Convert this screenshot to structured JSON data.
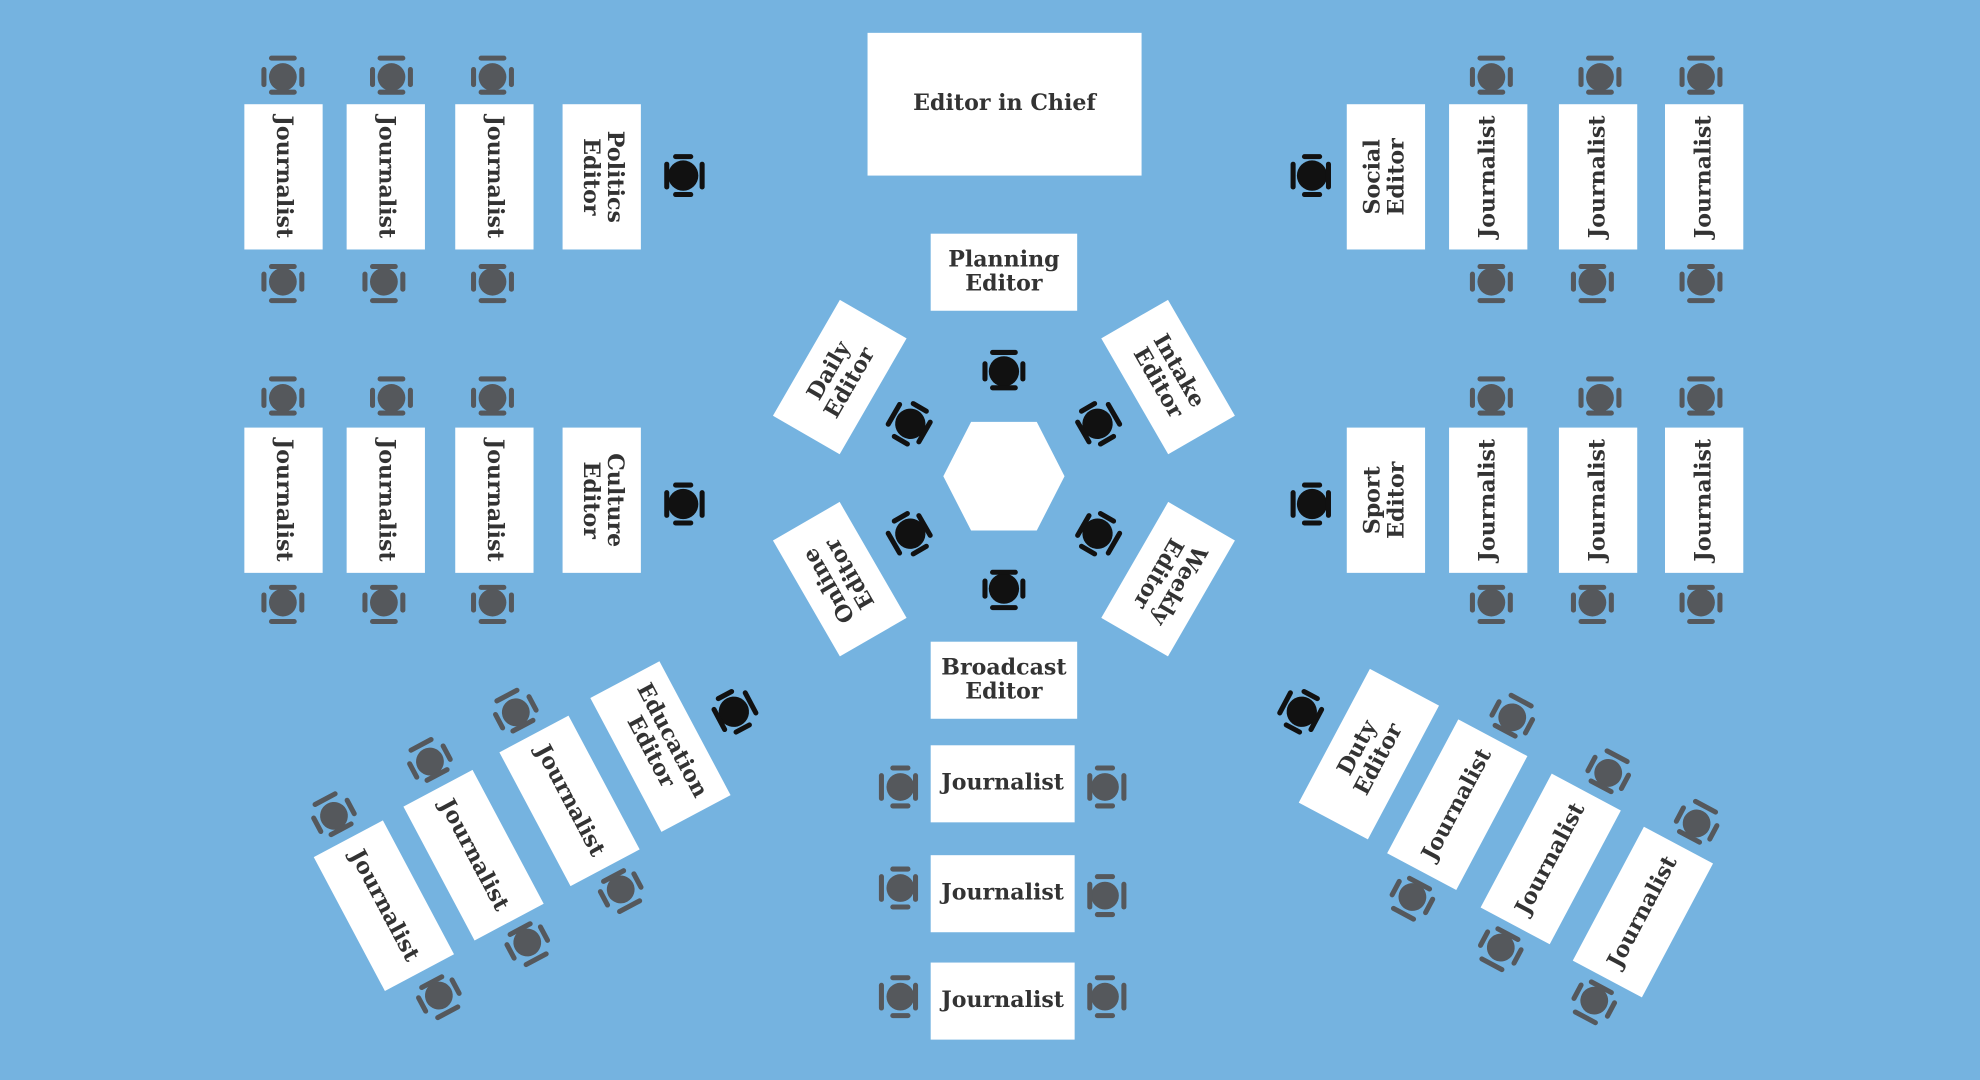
{
  "colors": {
    "background": "#75b3e0",
    "desk": "#ffffff",
    "text": "#333333",
    "chair_journalist": "#55585c",
    "chair_editor": "#111111"
  },
  "desks": {
    "editor_in_chief": "Editor in Chief",
    "planning_editor": "Planning\nEditor",
    "broadcast_editor": "Broadcast\nEditor",
    "daily_editor": "Daily\nEditor",
    "intake_editor": "Intake\nEditor",
    "online_editor": "Online\nEditor",
    "weekly_editor": "Weekly\nEditor",
    "politics_editor": "Politics\nEditor",
    "culture_editor": "Culture\nEditor",
    "social_editor": "Social\nEditor",
    "sport_editor": "Sport\nEditor",
    "education_editor": "Education\nEditor",
    "duty_editor": "Duty\nEditor",
    "journalist": "Journalist"
  },
  "icons": {
    "journalist_chair": "office-chair-icon",
    "editor_chair": "office-chair-icon",
    "central_table": "hexagon-table"
  }
}
